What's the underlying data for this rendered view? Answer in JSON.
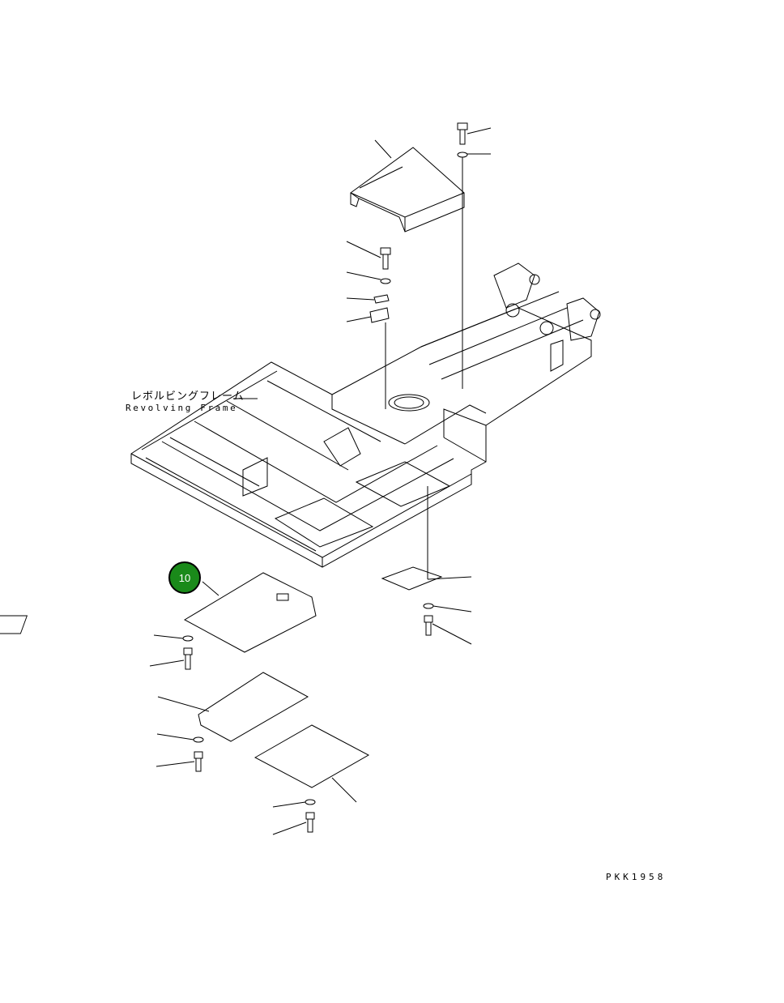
{
  "labels": {
    "frame_jp": "レボルビングフレーム",
    "frame_en": "Revolving Frame"
  },
  "drawing_code": "PKK1958",
  "callouts": [
    {
      "number": "10",
      "color": "#1a8a1a"
    }
  ]
}
